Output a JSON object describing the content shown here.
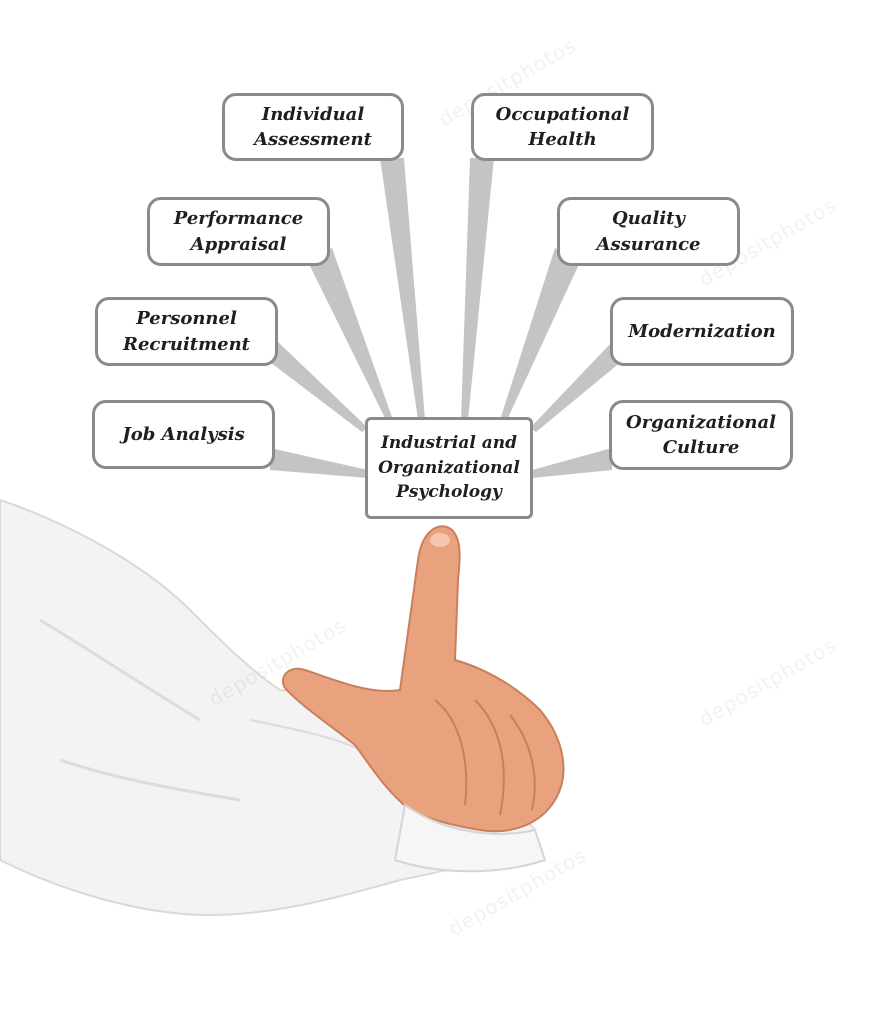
{
  "center": {
    "text": "Industrial and\nOrganizational\nPsychology"
  },
  "items": [
    {
      "id": "individual-assessment",
      "text": "Individual\nAssessment"
    },
    {
      "id": "occupational-health",
      "text": "Occupational\nHealth"
    },
    {
      "id": "performance-appraisal",
      "text": "Performance\nAppraisal"
    },
    {
      "id": "quality-assurance",
      "text": "Quality\nAssurance"
    },
    {
      "id": "personnel-recruitment",
      "text": "Personnel\nRecruitment"
    },
    {
      "id": "modernization",
      "text": "Modernization"
    },
    {
      "id": "job-analysis",
      "text": "Job Analysis"
    },
    {
      "id": "organizational-culture",
      "text": "Organizational\nCulture"
    }
  ],
  "watermark": "depositphotos",
  "colors": {
    "box_border": "#8a8a8a",
    "connector": "#c4c4c4",
    "sleeve": "#f2f2f2",
    "skin": "#e9a27e"
  }
}
